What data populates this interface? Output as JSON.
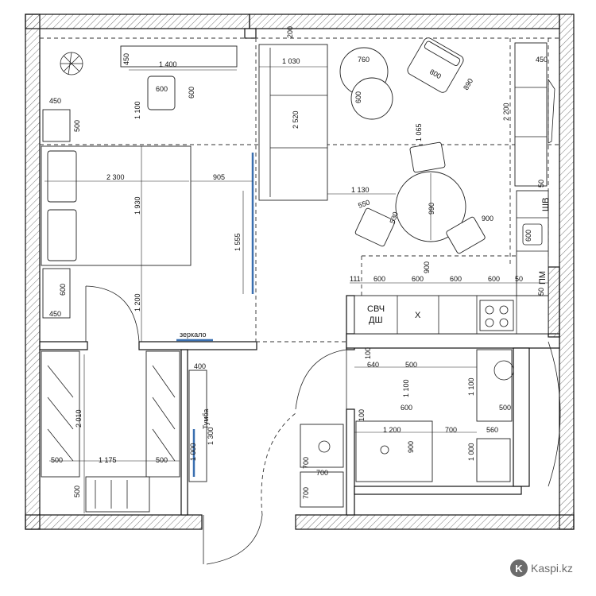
{
  "dims": {
    "d200": "200",
    "d450a": "450",
    "d1400": "1 400",
    "d600a": "600",
    "d600b": "600",
    "d1100a": "1 100",
    "d450b": "450",
    "d500a": "500",
    "d2300": "2 300",
    "d905": "905",
    "d1930": "1 930",
    "d1555": "1 555",
    "d600c": "600",
    "d450c": "450",
    "d1200a": "1 200",
    "d1030": "1 030",
    "d2520": "2 520",
    "d760": "760",
    "d600d": "600",
    "d800": "800",
    "d890": "890",
    "d1065": "1 065",
    "d1130": "1 130",
    "d550": "550",
    "d530": "530",
    "d990": "990",
    "d900a": "900",
    "d900b": "900",
    "d450d": "450",
    "d2200": "2 200",
    "d50a": "50",
    "d50b": "50",
    "d50c": "50",
    "d111": "111",
    "d600e": "600",
    "d600f": "600",
    "d600g": "600",
    "d600h": "600",
    "d600i": "600",
    "d100a": "100",
    "d640": "640",
    "d500b": "500",
    "d1100b": "1 100",
    "d1100c": "1 100",
    "d600j": "600",
    "d500c": "500",
    "d100b": "100",
    "d1200b": "1 200",
    "d700a": "700",
    "d560": "560",
    "d900c": "900",
    "d1000a": "1 000",
    "d400": "400",
    "d1300": "1 300",
    "d1000b": "1 000",
    "d2010": "2 010",
    "d500d": "500",
    "d1175": "1 175",
    "d500e": "500",
    "d500f": "500",
    "d700b": "700",
    "d700c": "700",
    "d700d": "700"
  },
  "labels": {
    "mirror": "зеркало",
    "microwave": "СВЧ",
    "oven": "ДШ",
    "fridge": "Х",
    "dishwasher": "ПМ",
    "cabinet": "ШВ",
    "nightstand": "Тумба"
  },
  "brand": {
    "mark": "K",
    "name": "Kaspi.kz"
  }
}
